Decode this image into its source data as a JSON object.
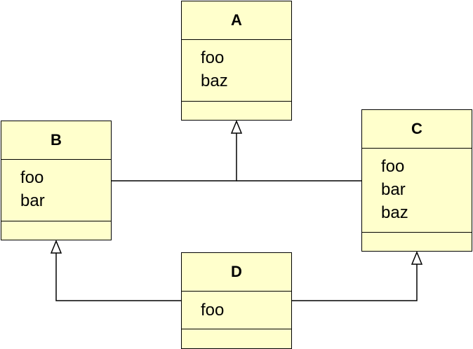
{
  "diagram": {
    "classes": [
      {
        "id": "A",
        "name": "A",
        "attributes": [
          "foo",
          "baz"
        ]
      },
      {
        "id": "B",
        "name": "B",
        "attributes": [
          "foo",
          "bar"
        ]
      },
      {
        "id": "C",
        "name": "C",
        "attributes": [
          "foo",
          "bar",
          "baz"
        ]
      },
      {
        "id": "D",
        "name": "D",
        "attributes": [
          "foo"
        ]
      }
    ],
    "relations": [
      {
        "type": "generalization",
        "from": "B",
        "to": "A"
      },
      {
        "type": "generalization",
        "from": "C",
        "to": "A"
      },
      {
        "type": "generalization",
        "from": "D",
        "to": "B"
      },
      {
        "type": "generalization",
        "from": "D",
        "to": "C"
      }
    ],
    "colors": {
      "class_fill": "#ffffcc",
      "line": "#000000"
    }
  }
}
